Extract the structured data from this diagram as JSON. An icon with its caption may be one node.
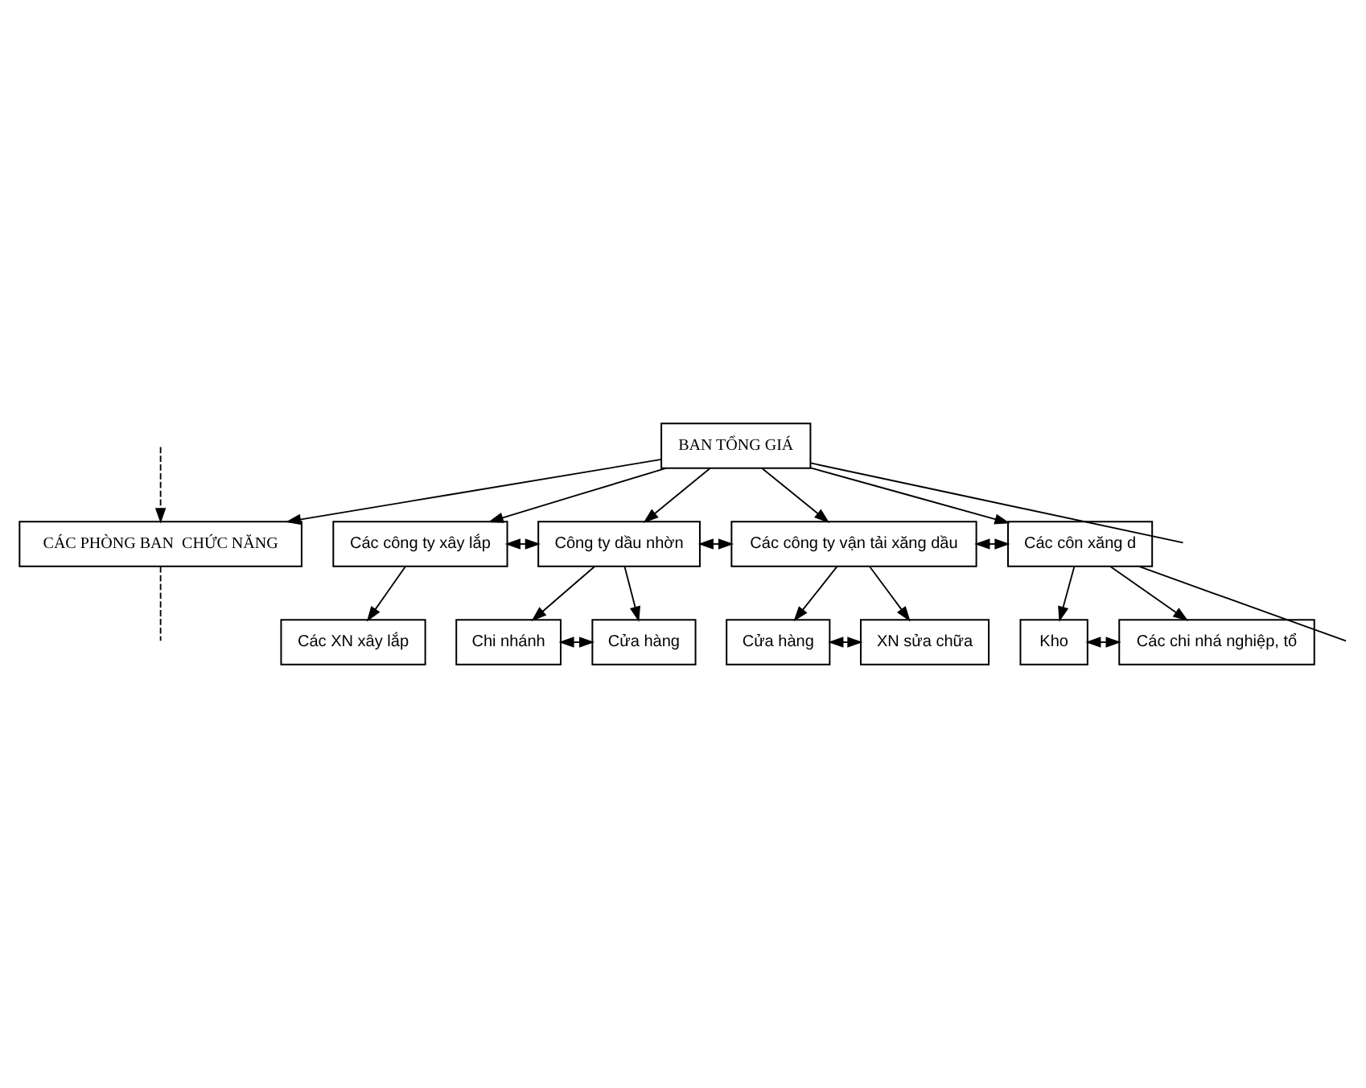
{
  "diagram": {
    "nodes": [
      {
        "text": [
          "BAN TỔNG GIÁ"
        ]
      },
      {
        "text": [
          "CÁC PHÒNG BAN  CHỨC NĂNG"
        ]
      },
      {
        "text": [
          "Các công ty xây lắp"
        ]
      },
      {
        "text": [
          "Công ty dầu nhờn"
        ]
      },
      {
        "text": [
          "Các công ty vận tải xăng dầu"
        ]
      },
      {
        "text": [
          "Các côn xăng d"
        ]
      },
      {
        "text": [
          "Các XN xây lắp"
        ]
      },
      {
        "text": [
          "Chi nhánh"
        ]
      },
      {
        "text": [
          "Cửa hàng"
        ]
      },
      {
        "text": [
          "Cửa hàng"
        ]
      },
      {
        "text": [
          "XN sửa chữa"
        ]
      },
      {
        "text": [
          "Kho"
        ]
      },
      {
        "text": [
          "Các chi nhá nghiệp, tổ"
        ]
      }
    ],
    "edges": [
      {
        "from": 0,
        "to": 1,
        "arrow": "to"
      },
      {
        "from": 0,
        "to": null,
        "arrow": "none"
      },
      {
        "from": 1,
        "to": null,
        "arrow": "none",
        "style": "dashed"
      },
      {
        "from": null,
        "to": 1,
        "arrow": "to",
        "style": "dashed"
      },
      {
        "from": 0,
        "to": 2,
        "arrow": "to"
      },
      {
        "from": 0,
        "to": 3,
        "arrow": "to"
      },
      {
        "from": 0,
        "to": 4,
        "arrow": "to"
      },
      {
        "from": 0,
        "to": 5,
        "arrow": "to"
      },
      {
        "from": 2,
        "to": 3,
        "arrow": "both",
        "style": "dashed"
      },
      {
        "from": 3,
        "to": 4,
        "arrow": "both",
        "style": "dashed"
      },
      {
        "from": 4,
        "to": 5,
        "arrow": "both",
        "style": "dashed"
      },
      {
        "from": 2,
        "to": 6,
        "arrow": "to"
      },
      {
        "from": 3,
        "to": 7,
        "arrow": "to"
      },
      {
        "from": 3,
        "to": 8,
        "arrow": "to"
      },
      {
        "from": 7,
        "to": 8,
        "arrow": "both"
      },
      {
        "from": 4,
        "to": 9,
        "arrow": "to"
      },
      {
        "from": 4,
        "to": 10,
        "arrow": "to"
      },
      {
        "from": 9,
        "to": 10,
        "arrow": "both"
      },
      {
        "from": 5,
        "to": 11,
        "arrow": "to"
      },
      {
        "from": 5,
        "to": 12,
        "arrow": "to"
      },
      {
        "from": 11,
        "to": 12,
        "arrow": "both"
      },
      {
        "from": 5,
        "to": null,
        "arrow": "none"
      }
    ]
  }
}
